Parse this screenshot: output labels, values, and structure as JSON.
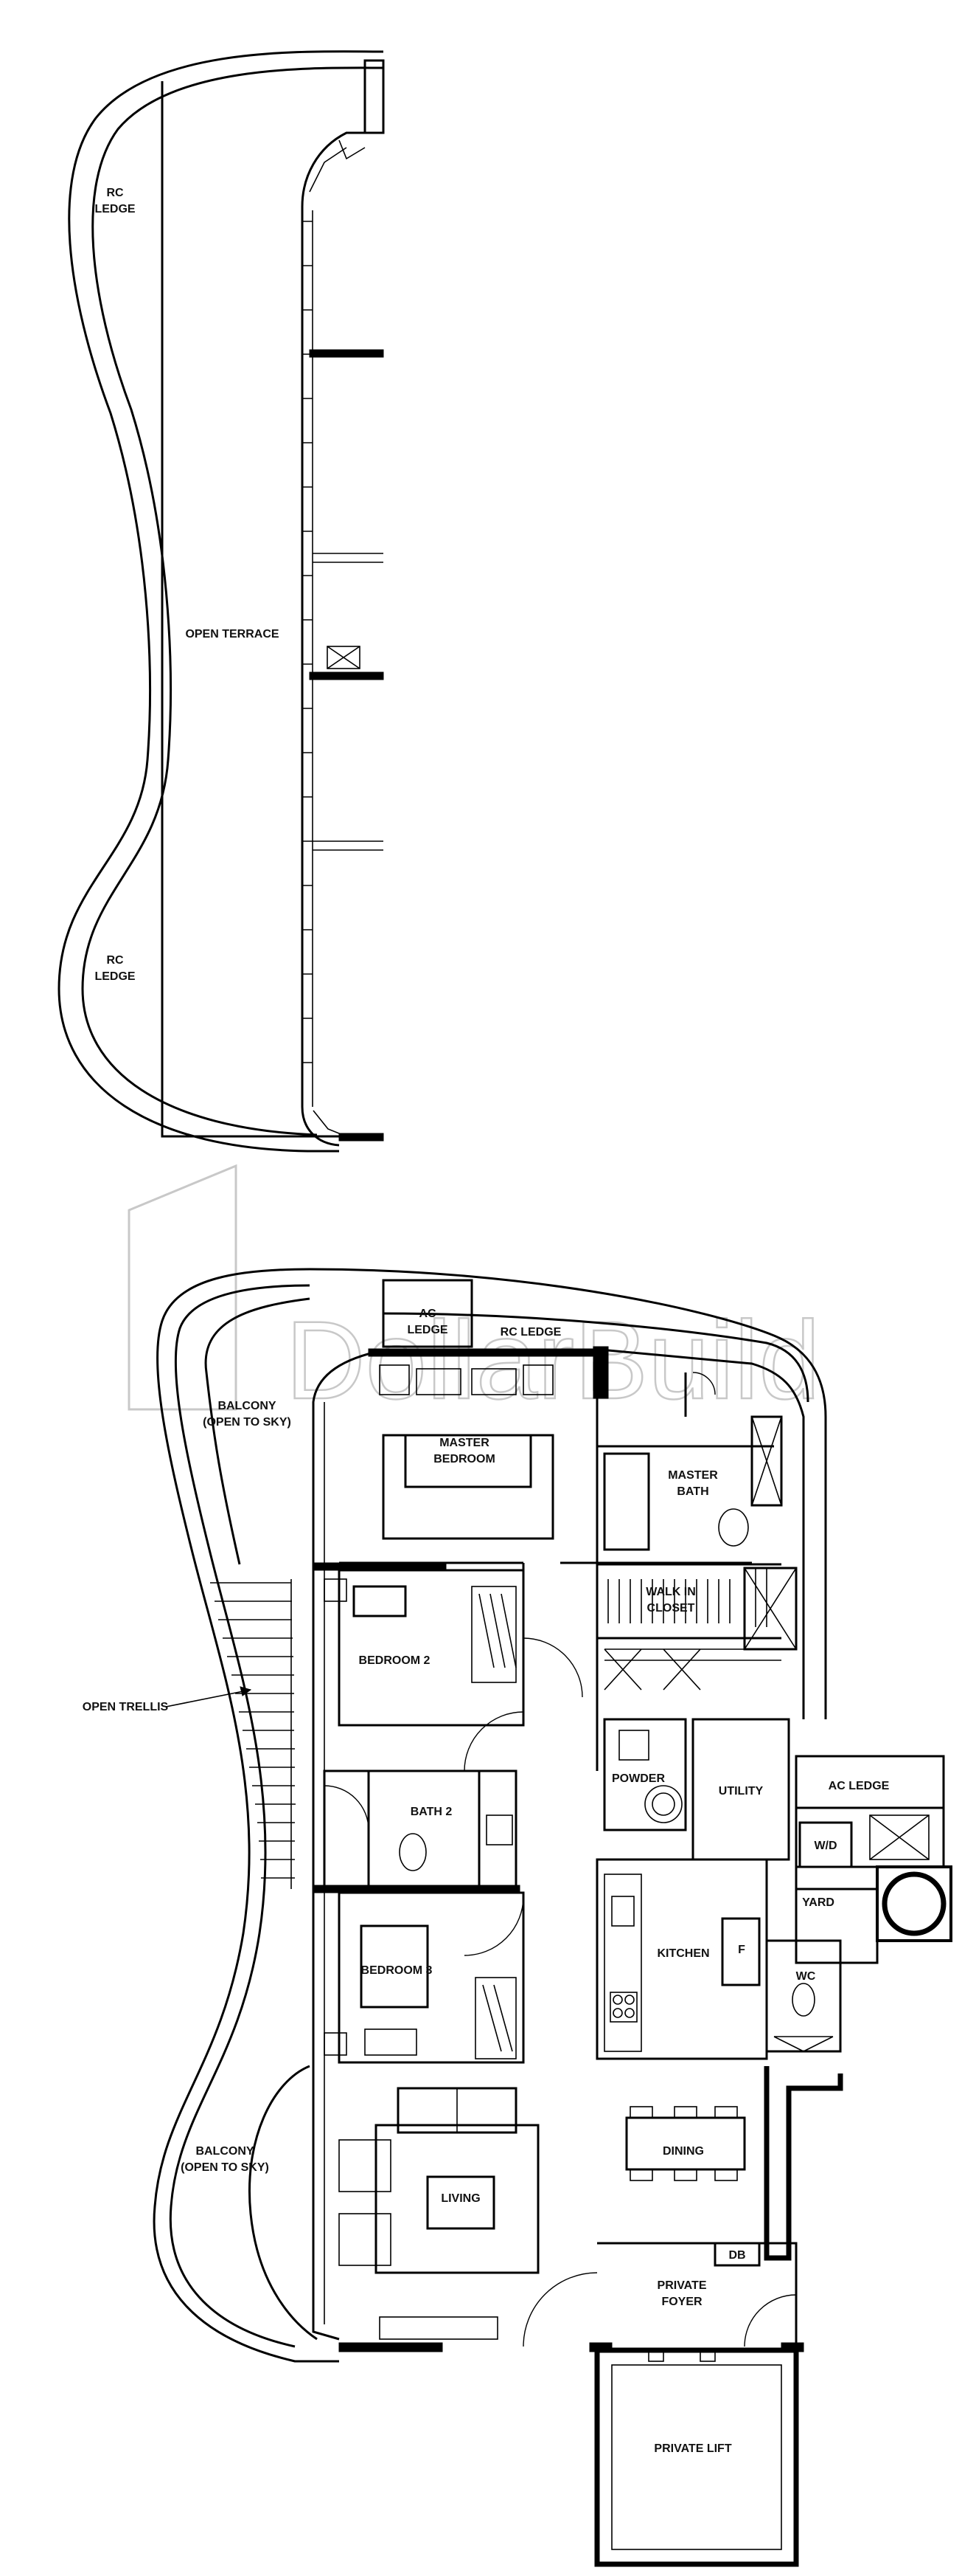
{
  "watermark": "DollarBuild",
  "rooms": {
    "rc_ledge_top": [
      "RC",
      "LEDGE"
    ],
    "open_terrace": "OPEN TERRACE",
    "rc_ledge_bottom": [
      "RC",
      "LEDGE"
    ],
    "ac_ledge_top": [
      "AC",
      "LEDGE"
    ],
    "rc_ledge_roof": "RC LEDGE",
    "balcony_top": [
      "BALCONY",
      "(OPEN TO SKY)"
    ],
    "master_bedroom": [
      "MASTER",
      "BEDROOM"
    ],
    "master_bath": [
      "MASTER",
      "BATH"
    ],
    "walk_in_closet": [
      "WALK IN",
      "CLOSET"
    ],
    "bedroom2": "BEDROOM 2",
    "open_trellis": "OPEN TRELLIS",
    "powder": "POWDER",
    "utility": "UTILITY",
    "ac_ledge_side": "AC LEDGE",
    "wd": "W/D",
    "yard": "YARD",
    "bath2": "BATH 2",
    "kitchen": "KITCHEN",
    "fridge": "F",
    "wc": "WC",
    "bedroom3": "BEDROOM 3",
    "dining": "DINING",
    "balcony_bottom": [
      "BALCONY",
      "(OPEN TO SKY)"
    ],
    "living": "LIVING",
    "db": "DB",
    "private_foyer": [
      "PRIVATE",
      "FOYER"
    ],
    "private_lift": "PRIVATE LIFT"
  }
}
